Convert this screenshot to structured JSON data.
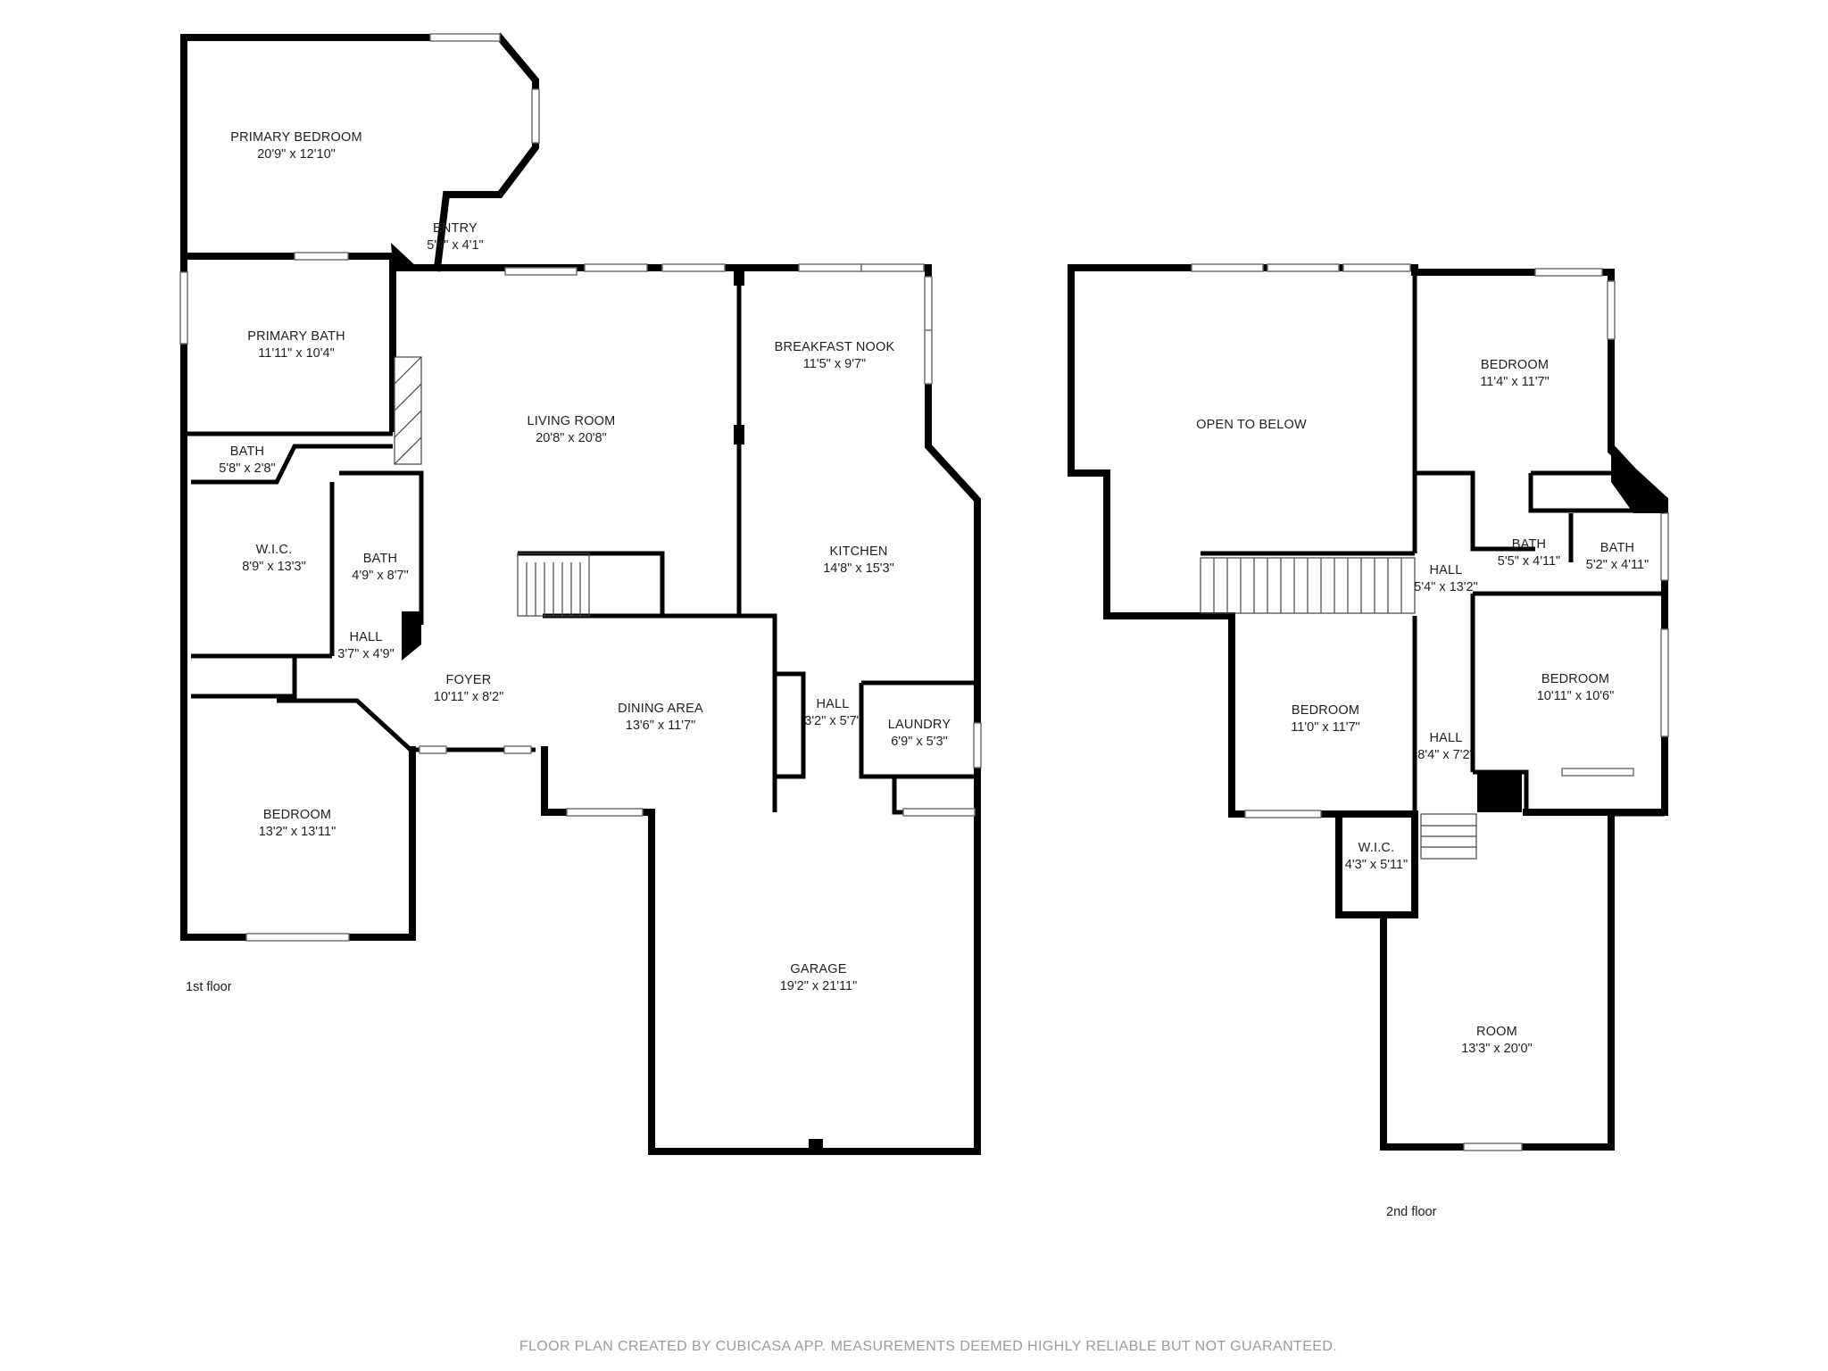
{
  "floors": {
    "first": {
      "label": "1st floor",
      "rooms": {
        "primary_bedroom": {
          "name": "PRIMARY BEDROOM",
          "dims": "20'9\" x 12'10\""
        },
        "entry": {
          "name": "ENTRY",
          "dims": "5'4\" x 4'1\""
        },
        "primary_bath": {
          "name": "PRIMARY BATH",
          "dims": "11'11\" x 10'4\""
        },
        "bath_small": {
          "name": "BATH",
          "dims": "5'8\" x 2'8\""
        },
        "wic": {
          "name": "W.I.C.",
          "dims": "8'9\" x 13'3\""
        },
        "bath": {
          "name": "BATH",
          "dims": "4'9\" x 8'7\""
        },
        "hall_a": {
          "name": "HALL",
          "dims": "3'7\" x 4'9\""
        },
        "living_room": {
          "name": "LIVING ROOM",
          "dims": "20'8\" x 20'8\""
        },
        "breakfast_nook": {
          "name": "BREAKFAST NOOK",
          "dims": "11'5\" x 9'7\""
        },
        "kitchen": {
          "name": "KITCHEN",
          "dims": "14'8\" x 15'3\""
        },
        "foyer": {
          "name": "FOYER",
          "dims": "10'11\" x 8'2\""
        },
        "dining_area": {
          "name": "DINING AREA",
          "dims": "13'6\" x 11'7\""
        },
        "hall_b": {
          "name": "HALL",
          "dims": "3'2\" x 5'7\""
        },
        "laundry": {
          "name": "LAUNDRY",
          "dims": "6'9\" x 5'3\""
        },
        "bedroom": {
          "name": "BEDROOM",
          "dims": "13'2\" x 13'11\""
        },
        "garage": {
          "name": "GARAGE",
          "dims": "19'2\" x 21'11\""
        }
      }
    },
    "second": {
      "label": "2nd floor",
      "rooms": {
        "open_to_below": {
          "name": "OPEN TO BELOW"
        },
        "bedroom_a": {
          "name": "BEDROOM",
          "dims": "11'4\" x 11'7\""
        },
        "bath_a": {
          "name": "BATH",
          "dims": "5'5\" x 4'11\""
        },
        "bath_b": {
          "name": "BATH",
          "dims": "5'2\" x 4'11\""
        },
        "hall_a": {
          "name": "HALL",
          "dims": "5'4\" x 13'2\""
        },
        "bedroom_b": {
          "name": "BEDROOM",
          "dims": "11'0\" x 11'7\""
        },
        "bedroom_c": {
          "name": "BEDROOM",
          "dims": "10'11\" x 10'6\""
        },
        "hall_b": {
          "name": "HALL",
          "dims": "8'4\" x 7'2\""
        },
        "wic": {
          "name": "W.I.C.",
          "dims": "4'3\" x 5'11\""
        },
        "room": {
          "name": "ROOM",
          "dims": "13'3\" x 20'0\""
        }
      }
    }
  },
  "footer": "FLOOR PLAN CREATED BY CUBICASA APP. MEASUREMENTS DEEMED HIGHLY RELIABLE BUT NOT GUARANTEED."
}
